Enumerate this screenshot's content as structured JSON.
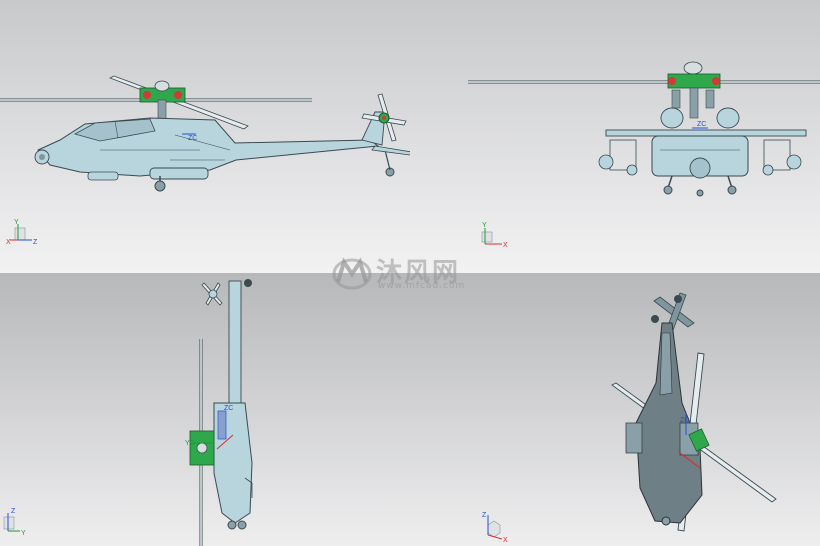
{
  "watermark": {
    "title": "沐风网",
    "url": "www.mfcad.com"
  },
  "views": {
    "side": {
      "triad": {
        "axis1": "Y",
        "axis2": "X",
        "axis3": "Z"
      }
    },
    "front": {
      "triad": {
        "axis1": "Y",
        "axis2": "X"
      },
      "label_zc": "ZC"
    },
    "top": {
      "triad": {
        "axis1": "Z",
        "axis2": "Y"
      },
      "label_zc": "ZC",
      "label_yc": "YC"
    },
    "iso": {
      "triad": {
        "axis1": "Z",
        "axis2": "X"
      },
      "label_zc": "ZC"
    }
  },
  "colors": {
    "body": "#b8d4dc",
    "outline": "#3a4a50",
    "hub_green": "#2ea84a",
    "hub_red": "#d23a3a",
    "axis_blue": "#2a4fd8",
    "axis_red": "#d83030",
    "axis_green": "#1f9a3a"
  }
}
